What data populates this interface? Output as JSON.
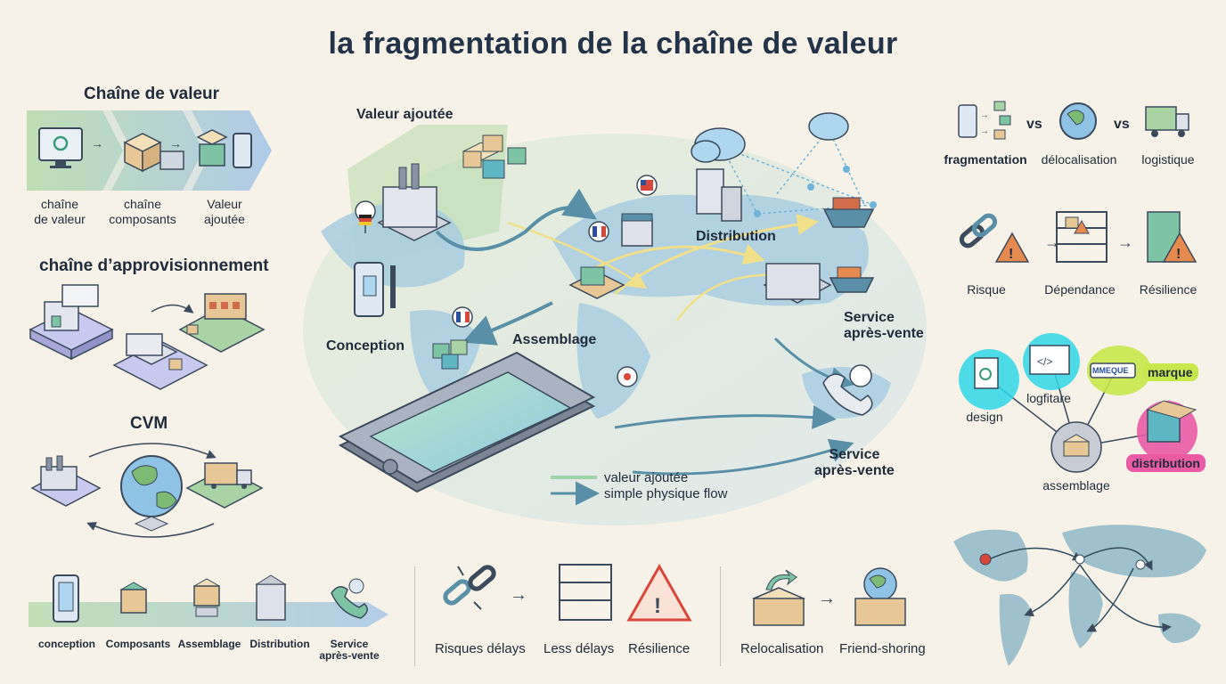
{
  "title": "la fragmentation de la chaîne de valeur",
  "left": {
    "value_chain": {
      "heading": "Chaîne de valeur",
      "steps": [
        "chaîne\nde valeur",
        "chaîne\ncomposants",
        "Valeur\najoutée"
      ]
    },
    "supply": {
      "heading": "chaîne d’approvisionnement"
    },
    "cvm": {
      "heading": "CVM"
    }
  },
  "map": {
    "labels": {
      "valeur_ajoutee": "Valeur ajoutée",
      "distribution": "Distribution",
      "conception": "Conception",
      "assemblage": "Assemblage",
      "service_1": "Service\naprès-vente",
      "service_2": "Service\naprès-vente"
    },
    "legend": {
      "item1": "valeur ajoutée",
      "item2": "simple physique flow"
    }
  },
  "right": {
    "compare": {
      "items": [
        "fragmentation",
        "délocalisation",
        "logistique"
      ],
      "vs": "vs"
    },
    "risk": {
      "items": [
        "Risque",
        "Dépendance",
        "Résilience"
      ]
    },
    "network": {
      "design": "design",
      "logfitare": "logfitare",
      "mmeque": "MMEQUE",
      "marque": "marque",
      "assemblage": "assemblage",
      "distribution": "distribution"
    }
  },
  "bottom": {
    "flow": [
      "conception",
      "Composants",
      "Assemblage",
      "Distribution",
      "Service\naprès-vente"
    ],
    "risks": [
      "Risques délays",
      "Less délays",
      "Résilience"
    ],
    "relocation": [
      "Relocalisation",
      "Friend-shoring"
    ]
  },
  "colors": {
    "green": "#a9d3a4",
    "blue": "#9cc3df",
    "teal": "#5fb7c4",
    "orange": "#e78a4f",
    "red": "#d9473a",
    "cyan_badge": "#2fd7e8",
    "lime_badge": "#c7e84a",
    "pink_badge": "#ea5aa6"
  }
}
